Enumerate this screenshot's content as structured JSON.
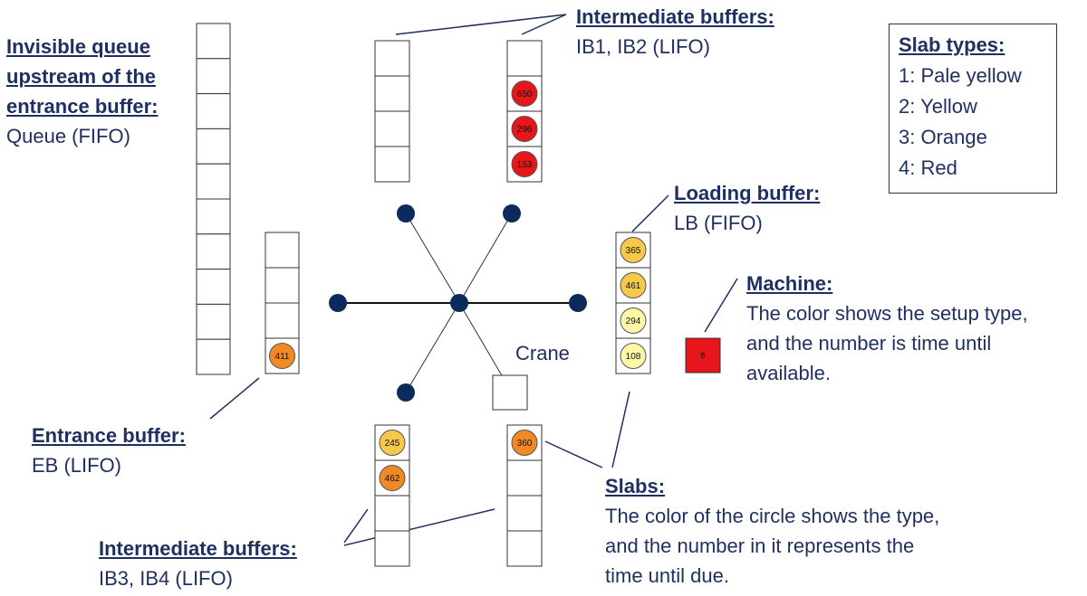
{
  "labels": {
    "queue": {
      "head_lines": [
        "Invisible queue",
        "upstream of the",
        "entrance buffer:"
      ],
      "body": "Queue (FIFO)"
    },
    "ib12": {
      "head": "Intermediate buffers:",
      "body": "IB1, IB2 (LIFO)"
    },
    "loading": {
      "head": "Loading buffer:",
      "body": "LB (FIFO)"
    },
    "machine": {
      "head": "Machine:",
      "body_lines": [
        "The color shows the setup type,",
        "and the number is time until",
        "available."
      ]
    },
    "crane": "Crane",
    "entrance": {
      "head": "Entrance buffer:",
      "body": "EB (LIFO)"
    },
    "slabs": {
      "head": "Slabs:",
      "body_lines": [
        "The color of the circle shows the type,",
        "and the number in it represents the",
        "time until due."
      ]
    },
    "ib34": {
      "head": "Intermediate buffers:",
      "body": "IB3, IB4 (LIFO)"
    }
  },
  "legend": {
    "title": "Slab types:",
    "items": [
      "1: Pale yellow",
      "2: Yellow",
      "3: Orange",
      "4: Red"
    ]
  },
  "colors": {
    "text": "#1f2f5f",
    "node": "#0d2a5c",
    "pale_yellow": "#fff7a8",
    "yellow": "#f7c94a",
    "orange": "#f08a24",
    "red": "#e6161b",
    "machine": "#ee1c1c"
  },
  "buffers": [
    {
      "name": "queue-buffer",
      "slots": 10,
      "slabs": []
    },
    {
      "name": "entrance-buffer",
      "slots": 4,
      "slabs": [
        {
          "slot": 3,
          "value": "411",
          "type": 3
        }
      ]
    },
    {
      "name": "ib1-buffer",
      "slots": 4,
      "slabs": []
    },
    {
      "name": "ib2-buffer",
      "slots": 4,
      "slabs": [
        {
          "slot": 1,
          "value": "650",
          "type": 4
        },
        {
          "slot": 2,
          "value": "296",
          "type": 4
        },
        {
          "slot": 3,
          "value": "153",
          "type": 4
        }
      ]
    },
    {
      "name": "loading-buffer",
      "slots": 4,
      "slabs": [
        {
          "slot": 0,
          "value": "365",
          "type": 2
        },
        {
          "slot": 1,
          "value": "461",
          "type": 2
        },
        {
          "slot": 2,
          "value": "294",
          "type": 1
        },
        {
          "slot": 3,
          "value": "108",
          "type": 1
        }
      ]
    },
    {
      "name": "ib3-buffer",
      "slots": 4,
      "slabs": [
        {
          "slot": 0,
          "value": "245",
          "type": 2
        },
        {
          "slot": 1,
          "value": "462",
          "type": 3
        }
      ]
    },
    {
      "name": "ib4-buffer",
      "slots": 4,
      "slabs": [
        {
          "slot": 0,
          "value": "360",
          "type": 3
        }
      ]
    }
  ],
  "machine": {
    "value": "8",
    "type": 4
  }
}
